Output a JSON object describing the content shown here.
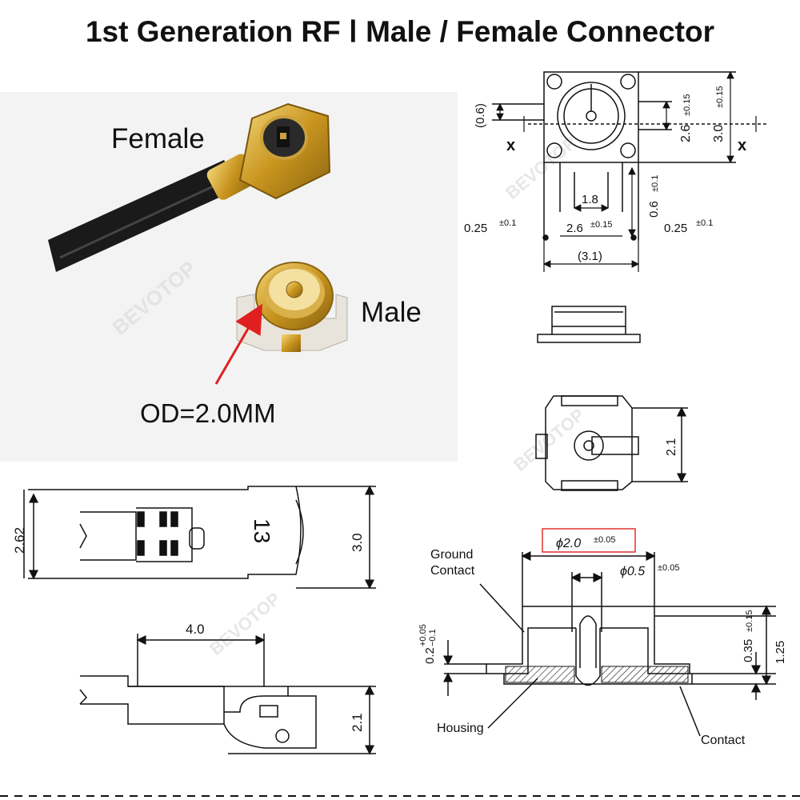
{
  "title": "1st Generation RF Ⅰ Male / Female Connector",
  "photo": {
    "female_label": "Female",
    "male_label": "Male",
    "od_label": "OD=2.0MM",
    "watermark": "BEVOTOP"
  },
  "top_right": {
    "dim_06": "(0.6)",
    "x_left": "x",
    "x_right": "x",
    "dim_26v": "2.6",
    "tol_26v": "±0.15",
    "dim_30v": "3.0",
    "tol_30v": "±0.15",
    "dim_18": "1.8",
    "dim_06v": "0.6",
    "tol_06v": "±0.1",
    "dim_025_left": "0.25",
    "tol_025_left": "±0.1",
    "dim_26h": "2.6",
    "tol_26h": "±0.15",
    "dim_025_right": "0.25",
    "tol_025_right": "±0.1",
    "dim_31": "(3.1)"
  },
  "bottom_view": {
    "dim_21": "2.1"
  },
  "female_drawing": {
    "dim_262": "2.62",
    "dim_30": "3.0",
    "dim_40": "4.0",
    "dim_21": "2.1",
    "marking": "13"
  },
  "section": {
    "phi20": "ϕ2.0",
    "tol_phi20": "±0.05",
    "phi05": "ϕ0.5",
    "tol_phi05": "±0.05",
    "ground_contact": "Ground\nContact",
    "dim_02": "0.2",
    "tol_02": "+0.05\n−0.1",
    "dim_035": "0.35",
    "tol_035": "±0.15",
    "dim_125": "1.25",
    "housing": "Housing",
    "contact": "Contact"
  },
  "colors": {
    "gold": "#d4a52a",
    "cable": "#1a1a1a",
    "red_box": "#e03030",
    "arrow": "#e02020"
  }
}
